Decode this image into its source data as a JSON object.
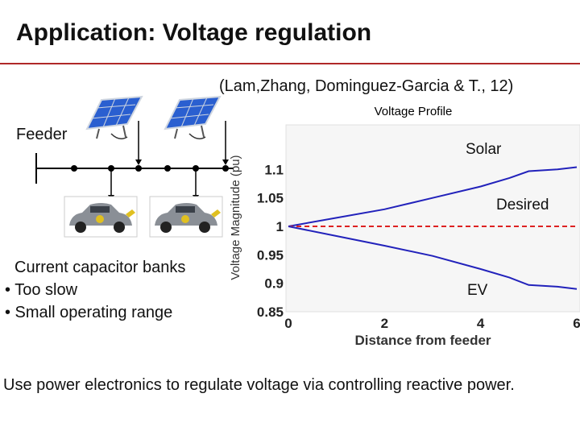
{
  "slide": {
    "title": "Application: Voltage regulation",
    "citation": "(Lam,Zhang, Dominguez-Garcia & T., 12)",
    "feeder_label": "Feeder",
    "capacitor_heading": "Current capacitor banks",
    "bullets": [
      "• Too slow",
      "• Small operating range"
    ],
    "conclusion": "Use power electronics to regulate voltage via controlling reactive power."
  },
  "colors": {
    "rule": "#b02828",
    "profile": "#2222bb",
    "desired": "#dd2222",
    "solar_panel": "#2a5fd0"
  },
  "icons": [
    "solar-panel-icon",
    "electric-car-icon"
  ],
  "chart_data": {
    "type": "line",
    "title": "Voltage Profile",
    "xlabel": "Distance from feeder",
    "ylabel": "Voltage Magnitude (pu)",
    "xlim": [
      0,
      6
    ],
    "ylim": [
      0.85,
      1.15
    ],
    "xticks": [
      "0",
      "2",
      "4",
      "6"
    ],
    "yticks": [
      "1.1",
      "1.05",
      "1",
      "0.95",
      "0.9",
      "0.85"
    ],
    "annotations": {
      "solar": "Solar",
      "desired": "Desired",
      "ev": "EV"
    },
    "series": [
      {
        "x": [
          0,
          1,
          2,
          3,
          4,
          4.6,
          5,
          5.6,
          6
        ],
        "y": [
          1.0,
          1.015,
          1.03,
          1.05,
          1.07,
          1.085,
          1.097,
          1.1,
          1.104
        ]
      },
      {
        "x": [
          0,
          6
        ],
        "y": [
          1.0,
          1.0
        ]
      },
      {
        "x": [
          0,
          1,
          2,
          3,
          4,
          4.6,
          5,
          5.6,
          6
        ],
        "y": [
          1.0,
          0.983,
          0.966,
          0.948,
          0.925,
          0.91,
          0.897,
          0.894,
          0.89
        ]
      }
    ]
  }
}
